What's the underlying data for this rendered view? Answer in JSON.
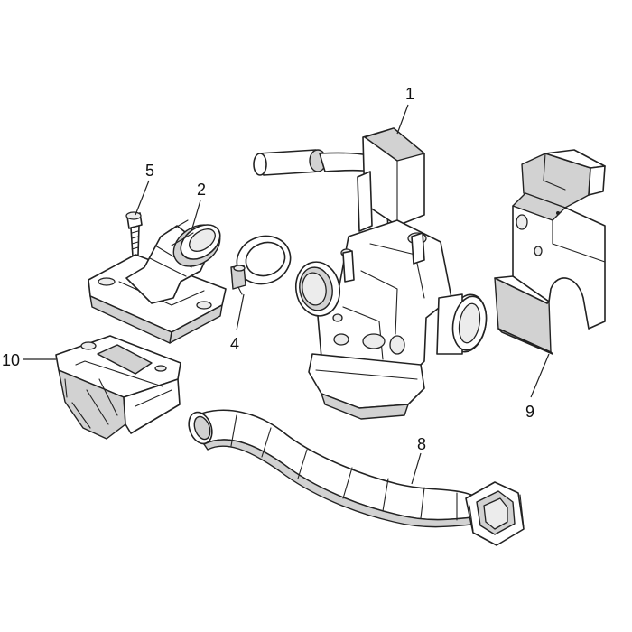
{
  "callouts": {
    "c1": "1",
    "c2": "2",
    "c4": "4",
    "c5": "5",
    "c8": "8",
    "c9": "9",
    "c10": "10"
  },
  "colors": {
    "line": "#222222",
    "shade": "#d2d2d2",
    "background": "#ffffff"
  }
}
